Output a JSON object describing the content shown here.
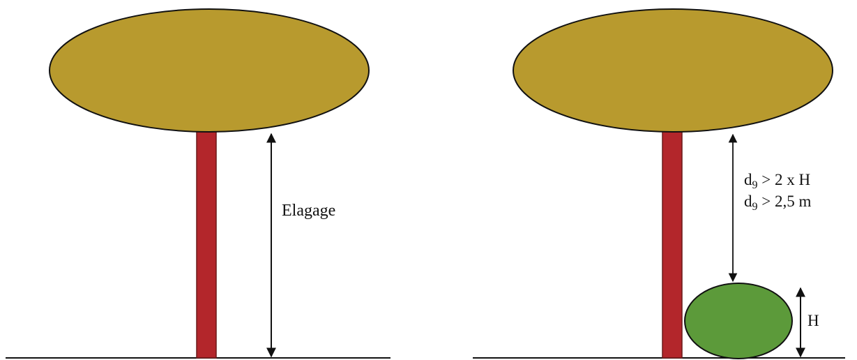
{
  "left_panel": {
    "dimension_label": "Elagage"
  },
  "right_panel": {
    "rule_1": {
      "symbol": "d",
      "subscript": "9",
      "relation": " > 2 x H"
    },
    "rule_2": {
      "symbol": "d",
      "subscript": "9",
      "relation": " > 2,5 m"
    },
    "height_label": "H"
  },
  "colors": {
    "crown": "#b89a2e",
    "trunk": "#b3262b",
    "shrub": "#5c9a3a",
    "line": "#111111"
  }
}
